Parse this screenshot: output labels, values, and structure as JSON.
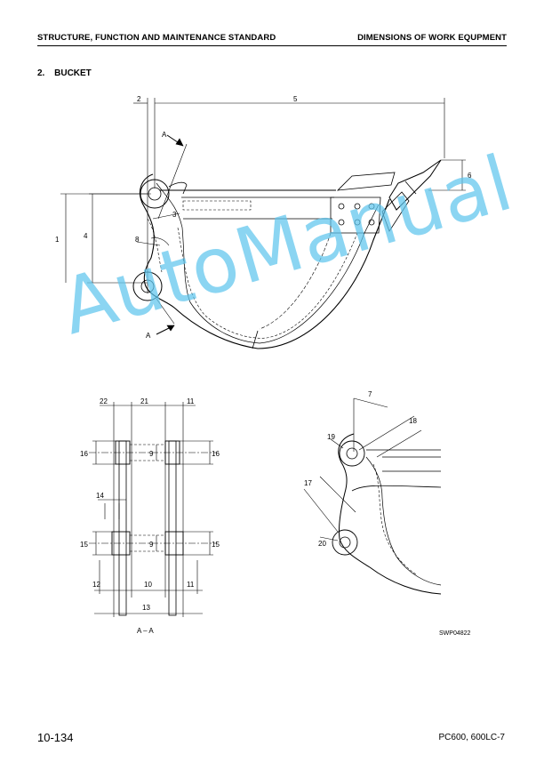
{
  "header": {
    "left": "STRUCTURE, FUNCTION AND MAINTENANCE STANDARD",
    "right": "DIMENSIONS OF WORK EQUPMENT"
  },
  "section": {
    "number": "2.",
    "title": "BUCKET"
  },
  "drawing": {
    "main_dims": [
      "2",
      "5",
      "6",
      "1",
      "4",
      "3",
      "8"
    ],
    "section_marker": "A",
    "section_view": {
      "dims": [
        "22",
        "21",
        "11",
        "16",
        "9",
        "16",
        "14",
        "15",
        "9",
        "15",
        "12",
        "10",
        "11",
        "13"
      ],
      "label": "A – A"
    },
    "detail_dims": [
      "7",
      "18",
      "19",
      "17",
      "20"
    ],
    "drawing_code": "SWP04822"
  },
  "watermark": "AutoManual",
  "footer": {
    "page": "10-134",
    "model": "PC600, 600LC-7"
  }
}
